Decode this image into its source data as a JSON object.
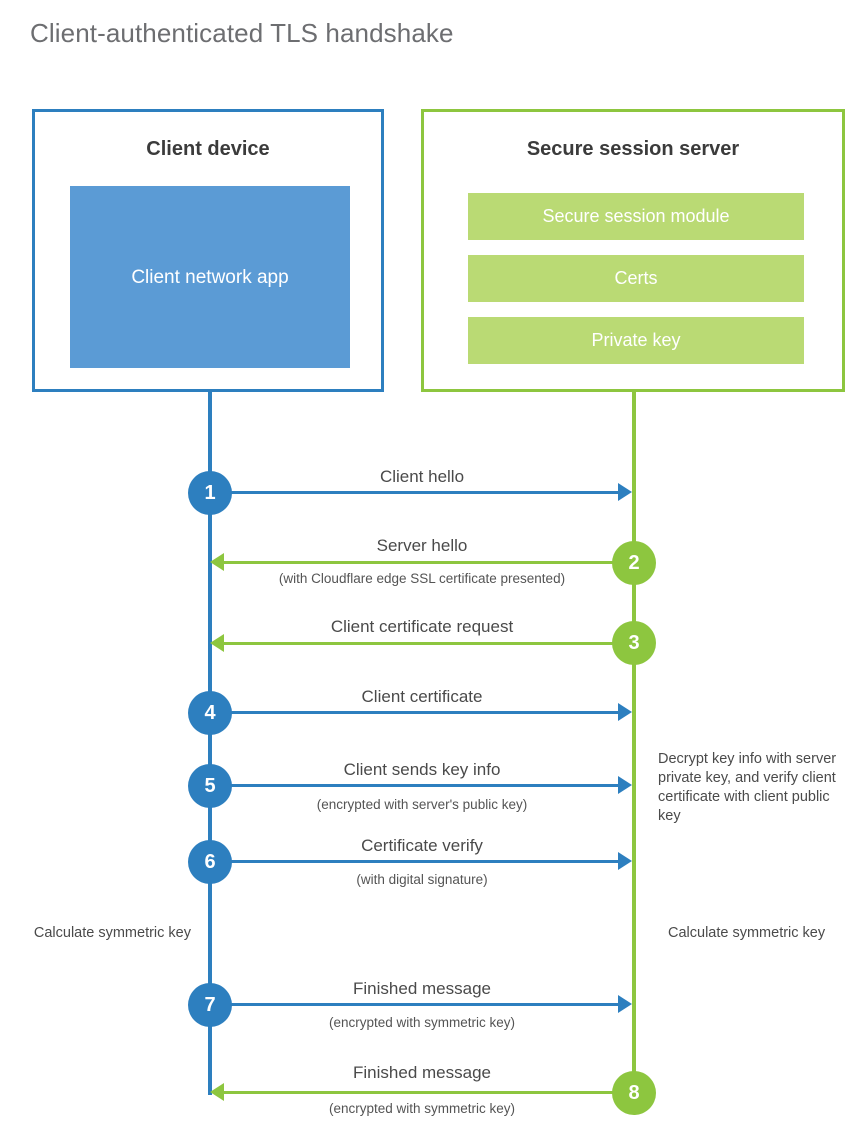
{
  "title": "Client-authenticated TLS handshake",
  "colors": {
    "client_blue": "#2d7fbf",
    "client_app_fill": "#5b9bd5",
    "server_green": "#8dc63f",
    "server_bar_fill": "#bada74",
    "title_gray": "#6d6e71",
    "text_gray": "#4a4a4a"
  },
  "actors": {
    "client": {
      "title": "Client device",
      "app_label": "Client network app"
    },
    "server": {
      "title": "Secure session server",
      "components": [
        "Secure session module",
        "Certs",
        "Private key"
      ]
    }
  },
  "steps": [
    {
      "number": "1",
      "label": "Client hello",
      "sub": "",
      "direction": "client-to-server",
      "color": "blue"
    },
    {
      "number": "2",
      "label": "Server hello",
      "sub": "(with Cloudflare edge SSL certificate presented)",
      "direction": "server-to-client",
      "color": "green"
    },
    {
      "number": "3",
      "label": "Client certificate request",
      "sub": "",
      "direction": "server-to-client",
      "color": "green"
    },
    {
      "number": "4",
      "label": "Client certificate",
      "sub": "",
      "direction": "client-to-server",
      "color": "blue"
    },
    {
      "number": "5",
      "label": "Client sends key info",
      "sub": "(encrypted with server's public key)",
      "direction": "client-to-server",
      "color": "blue"
    },
    {
      "number": "6",
      "label": "Certificate verify",
      "sub": "(with digital signature)",
      "direction": "client-to-server",
      "color": "blue"
    },
    {
      "number": "7",
      "label": "Finished message",
      "sub": "(encrypted with symmetric key)",
      "direction": "client-to-server",
      "color": "blue"
    },
    {
      "number": "8",
      "label": "Finished message",
      "sub": "(encrypted with symmetric key)",
      "direction": "server-to-client",
      "color": "green"
    }
  ],
  "annotations": {
    "server_decrypt": "Decrypt key info with server private key, and verify client certificate with client public key",
    "client_calculate": "Calculate symmetric key",
    "server_calculate": "Calculate symmetric key"
  }
}
